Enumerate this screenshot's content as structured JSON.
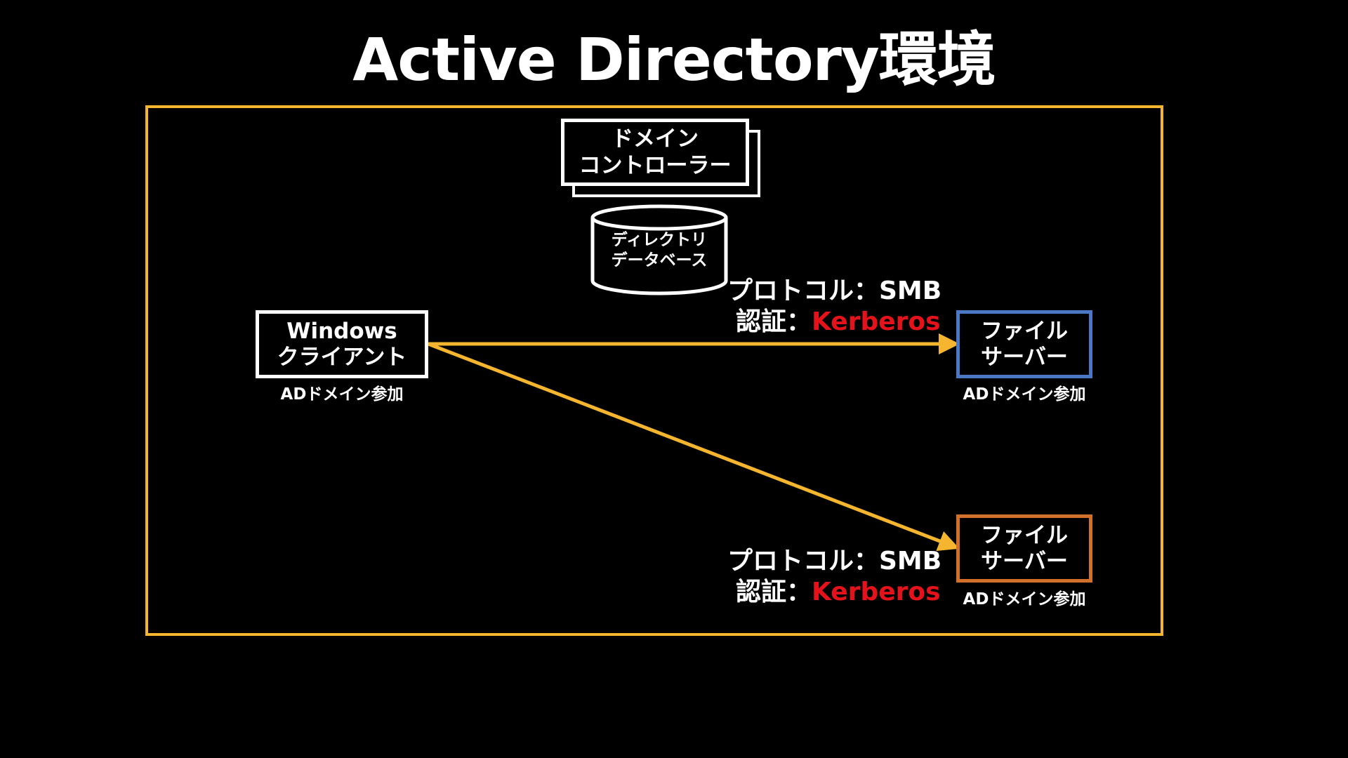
{
  "title": "Active Directory環境",
  "colors": {
    "background": "#000000",
    "frame": "#f5b52e",
    "arrow": "#f5b52e",
    "file_server_1_border": "#4a78c4",
    "file_server_2_border": "#d0702a",
    "auth_value": "#e5121b",
    "text": "#ffffff"
  },
  "domain_controller": {
    "line1": "ドメイン",
    "line2": "コントローラー"
  },
  "directory_database": {
    "line1": "ディレクトリ",
    "line2": "データベース"
  },
  "client": {
    "line1": "Windows",
    "line2": "クライアント",
    "caption": "ADドメイン参加"
  },
  "file_server_1": {
    "line1": "ファイル",
    "line2": "サーバー",
    "caption": "ADドメイン参加"
  },
  "file_server_2": {
    "line1": "ファイル",
    "line2": "サーバー",
    "caption": "ADドメイン参加"
  },
  "connection_1": {
    "protocol": "プロトコル：SMB",
    "auth_label": "認証：",
    "auth_value": "Kerberos"
  },
  "connection_2": {
    "protocol": "プロトコル：SMB",
    "auth_label": "認証：",
    "auth_value": "Kerberos"
  }
}
